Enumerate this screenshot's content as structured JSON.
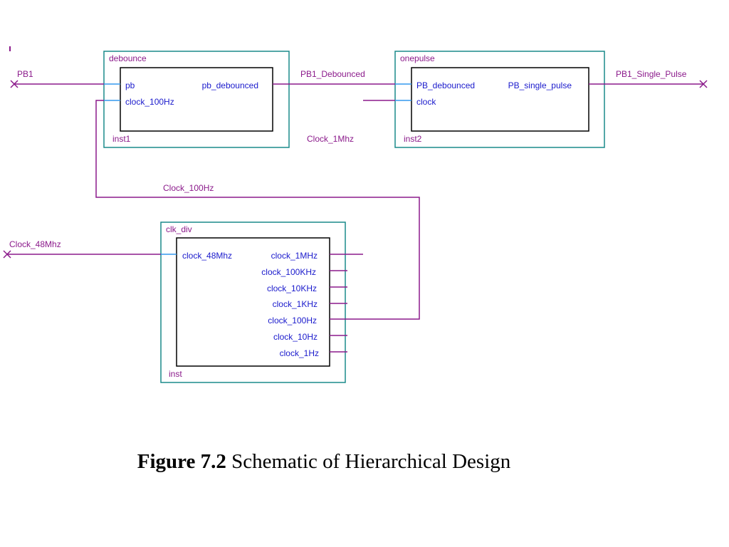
{
  "colors": {
    "wire": "#8b1a8b",
    "port_stub": "#3399ee",
    "outer_box": "#1a8a8a",
    "inner_box": "#000000",
    "port_text": "#1a1acc",
    "net_text": "#8b1a8b"
  },
  "blocks": {
    "debounce": {
      "name": "debounce",
      "instance": "inst1",
      "ports_in": [
        "pb",
        "clock_100Hz"
      ],
      "ports_out": [
        "pb_debounced"
      ]
    },
    "onepulse": {
      "name": "onepulse",
      "instance": "inst2",
      "ports_in": [
        "PB_debounced",
        "clock"
      ],
      "ports_out": [
        "PB_single_pulse"
      ]
    },
    "clk_div": {
      "name": "clk_div",
      "instance": "inst",
      "ports_in": [
        "clock_48Mhz"
      ],
      "ports_out": [
        "clock_1MHz",
        "clock_100KHz",
        "clock_10KHz",
        "clock_1KHz",
        "clock_100Hz",
        "clock_10Hz",
        "clock_1Hz"
      ]
    }
  },
  "nets": {
    "pb1": "PB1",
    "pb1_debounced": "PB1_Debounced",
    "pb1_single_pulse": "PB1_Single_Pulse",
    "clock_1mhz": "Clock_1Mhz",
    "clock_100hz": "Clock_100Hz",
    "clock_48mhz": "Clock_48Mhz"
  },
  "caption": {
    "label": "Figure 7.2",
    "text": "Schematic of Hierarchical Design"
  }
}
